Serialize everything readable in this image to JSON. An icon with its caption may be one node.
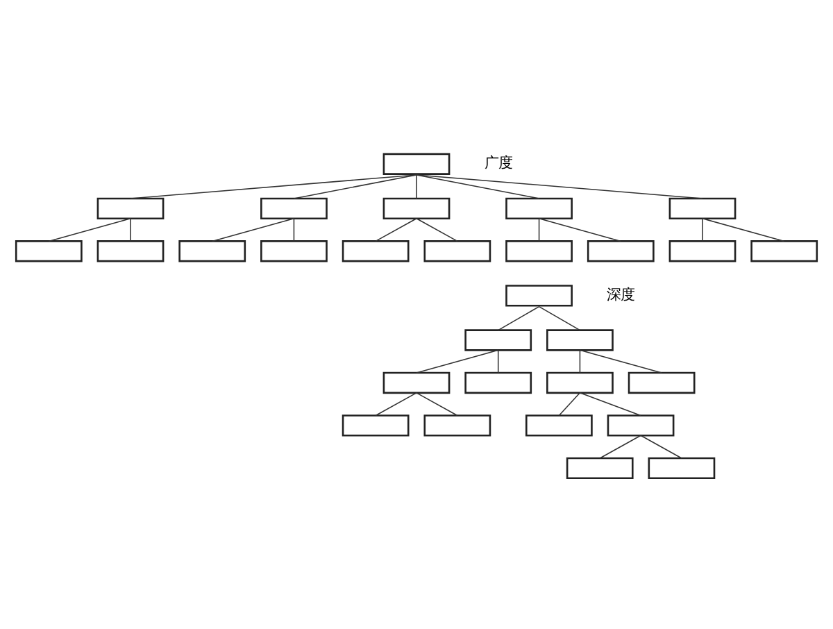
{
  "diagram": {
    "nodes": [
      {
        "text": [],
        "shape": "box"
      },
      {
        "text": [],
        "shape": "box"
      },
      {
        "text": [],
        "shape": "box"
      },
      {
        "text": [],
        "shape": "box"
      },
      {
        "text": [],
        "shape": "box"
      },
      {
        "text": [],
        "shape": "box"
      },
      {
        "text": [],
        "shape": "box"
      },
      {
        "text": [],
        "shape": "box"
      },
      {
        "text": [],
        "shape": "box"
      },
      {
        "text": [],
        "shape": "box"
      },
      {
        "text": [],
        "shape": "box"
      },
      {
        "text": [],
        "shape": "box"
      },
      {
        "text": [],
        "shape": "box"
      },
      {
        "text": [],
        "shape": "box"
      },
      {
        "text": [],
        "shape": "box"
      },
      {
        "text": [],
        "shape": "box"
      },
      {
        "text": [],
        "shape": "box"
      },
      {
        "text": [],
        "shape": "box"
      },
      {
        "text": [],
        "shape": "box"
      },
      {
        "text": [],
        "shape": "box"
      },
      {
        "text": [],
        "shape": "box"
      },
      {
        "text": [],
        "shape": "box"
      },
      {
        "text": [],
        "shape": "box"
      },
      {
        "text": [],
        "shape": "box"
      },
      {
        "text": [],
        "shape": "box"
      },
      {
        "text": [],
        "shape": "box"
      },
      {
        "text": [],
        "shape": "box"
      },
      {
        "text": [],
        "shape": "box"
      },
      {
        "text": [],
        "shape": "box"
      }
    ],
    "edges": [
      {
        "from": 0,
        "to": 1,
        "arrow": "none"
      },
      {
        "from": 0,
        "to": 2,
        "arrow": "none"
      },
      {
        "from": 0,
        "to": 3,
        "arrow": "none"
      },
      {
        "from": 0,
        "to": 4,
        "arrow": "none"
      },
      {
        "from": 0,
        "to": 5,
        "arrow": "none"
      },
      {
        "from": 1,
        "to": 6,
        "arrow": "none"
      },
      {
        "from": 1,
        "to": 7,
        "arrow": "none"
      },
      {
        "from": 2,
        "to": 8,
        "arrow": "none"
      },
      {
        "from": 2,
        "to": 9,
        "arrow": "none"
      },
      {
        "from": 3,
        "to": 10,
        "arrow": "none"
      },
      {
        "from": 3,
        "to": 11,
        "arrow": "none"
      },
      {
        "from": 4,
        "to": 12,
        "arrow": "none"
      },
      {
        "from": 4,
        "to": 13,
        "arrow": "none"
      },
      {
        "from": 5,
        "to": 14,
        "arrow": "none"
      },
      {
        "from": 5,
        "to": 15,
        "arrow": "none"
      },
      {
        "from": 16,
        "to": 17,
        "arrow": "none"
      },
      {
        "from": 16,
        "to": 18,
        "arrow": "none"
      },
      {
        "from": 17,
        "to": 19,
        "arrow": "none"
      },
      {
        "from": 17,
        "to": 20,
        "arrow": "none"
      },
      {
        "from": 18,
        "to": 21,
        "arrow": "none"
      },
      {
        "from": 18,
        "to": 22,
        "arrow": "none"
      },
      {
        "from": 19,
        "to": 23,
        "arrow": "none"
      },
      {
        "from": 19,
        "to": 24,
        "arrow": "none"
      },
      {
        "from": 21,
        "to": 25,
        "arrow": "none"
      },
      {
        "from": 21,
        "to": 26,
        "arrow": "none"
      },
      {
        "from": 26,
        "to": 27,
        "arrow": "none"
      },
      {
        "from": 26,
        "to": 28,
        "arrow": "none"
      }
    ],
    "labels": [
      "广度",
      "深度"
    ]
  }
}
